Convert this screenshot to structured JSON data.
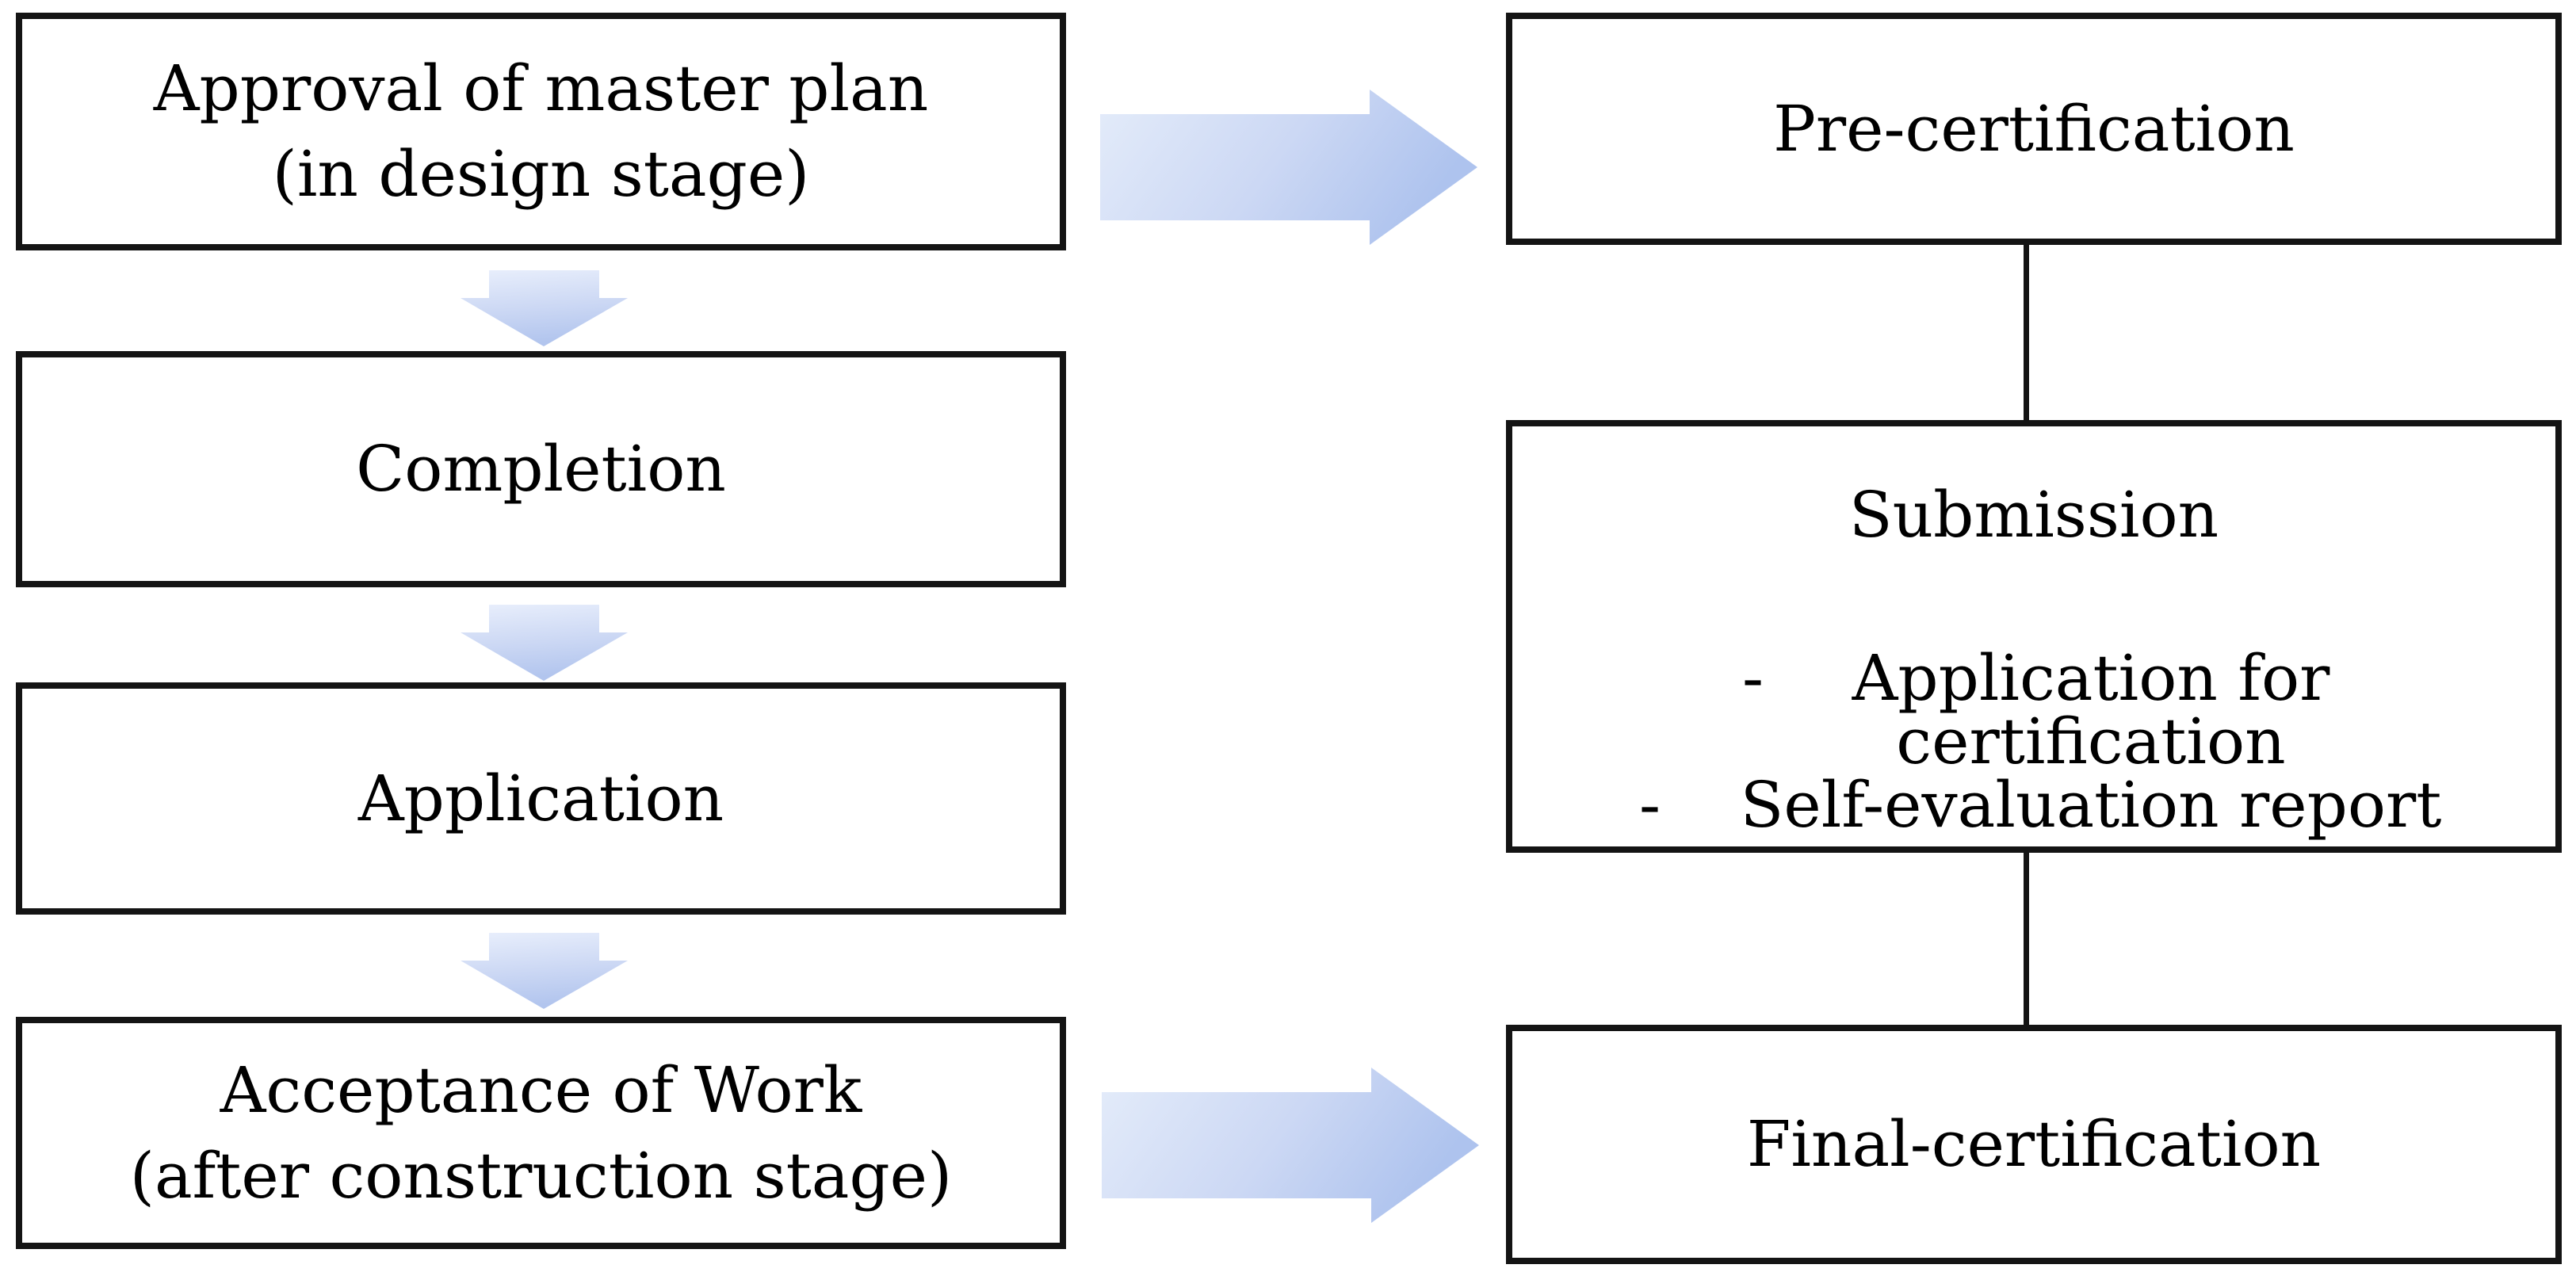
{
  "figure": {
    "type": "flowchart",
    "description": "Two-column certification process flowchart"
  },
  "boxes": {
    "approval": {
      "line1": "Approval of master plan",
      "line2": "(in design stage)"
    },
    "completion": {
      "line1": "Completion"
    },
    "application": {
      "line1": "Application"
    },
    "acceptance": {
      "line1": "Acceptance of Work",
      "line2": "(after construction stage)"
    },
    "pre_certification": {
      "line1": "Pre-certification"
    },
    "submission": {
      "title": "Submission",
      "bullet1_dash": "-",
      "bullet1_text": "Application for",
      "bullet1_cont": "certification",
      "bullet2_dash": "-",
      "bullet2_text": "Self-evaluation report"
    },
    "final_certification": {
      "line1": "Final-certification"
    }
  },
  "colors": {
    "background": "#ffffff",
    "box_border": "#141414",
    "connector_line": "#141414",
    "text": "#000000",
    "arrow_gradient_light": "#e7eefb",
    "arrow_gradient_dark": "#b0c4ee"
  }
}
